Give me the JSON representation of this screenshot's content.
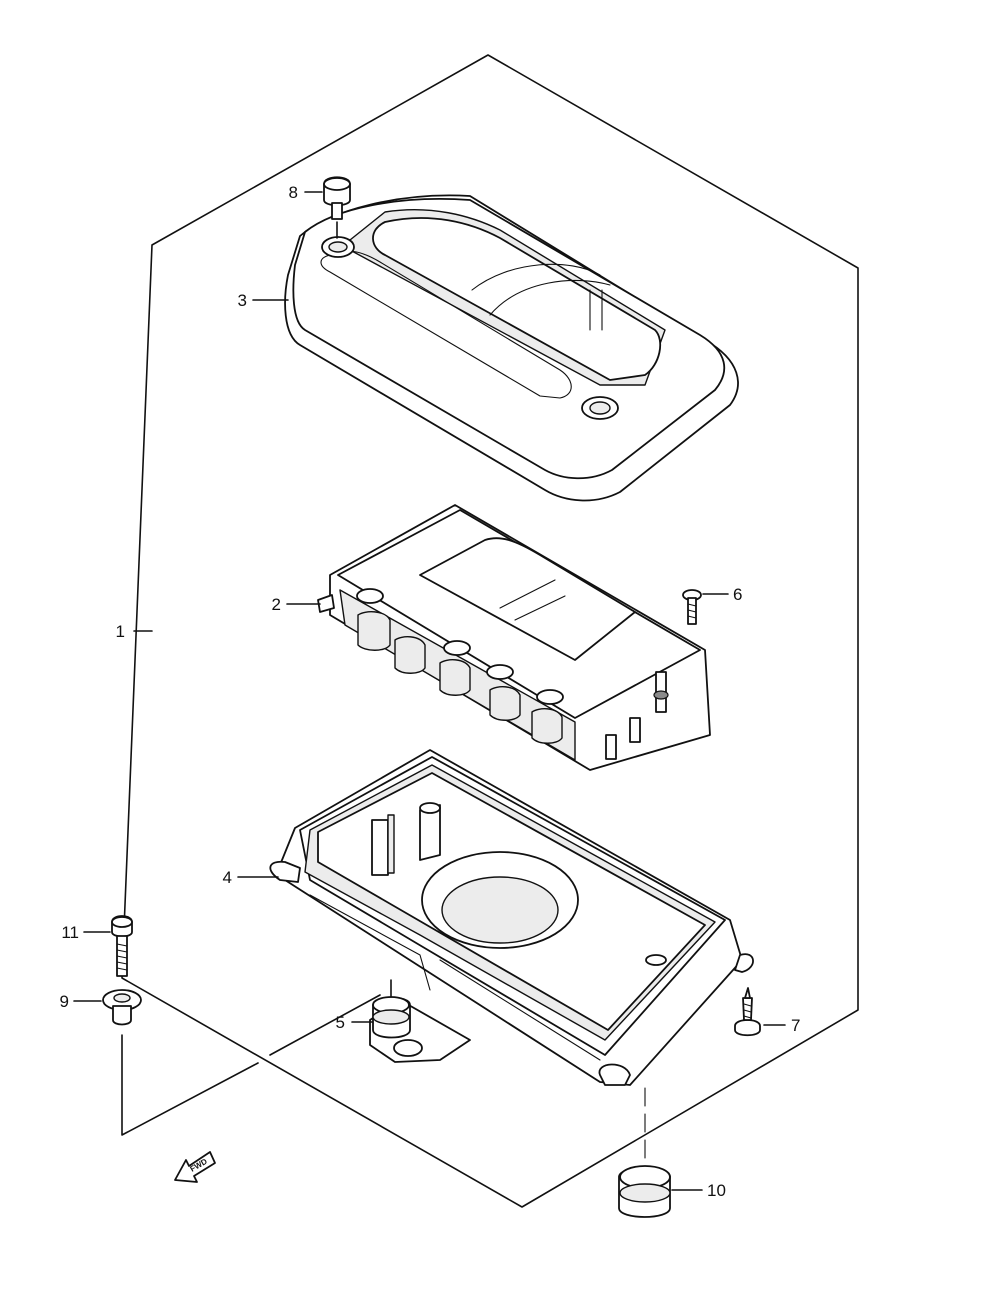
{
  "callouts": {
    "p1": "1",
    "p2": "2",
    "p3": "3",
    "p4": "4",
    "p5": "5",
    "p6": "6",
    "p7": "7",
    "p8": "8",
    "p9": "9",
    "p10": "10",
    "p11": "11"
  },
  "direction_arrow": {
    "label": "FWD",
    "icon": "forward-arrow-icon"
  }
}
